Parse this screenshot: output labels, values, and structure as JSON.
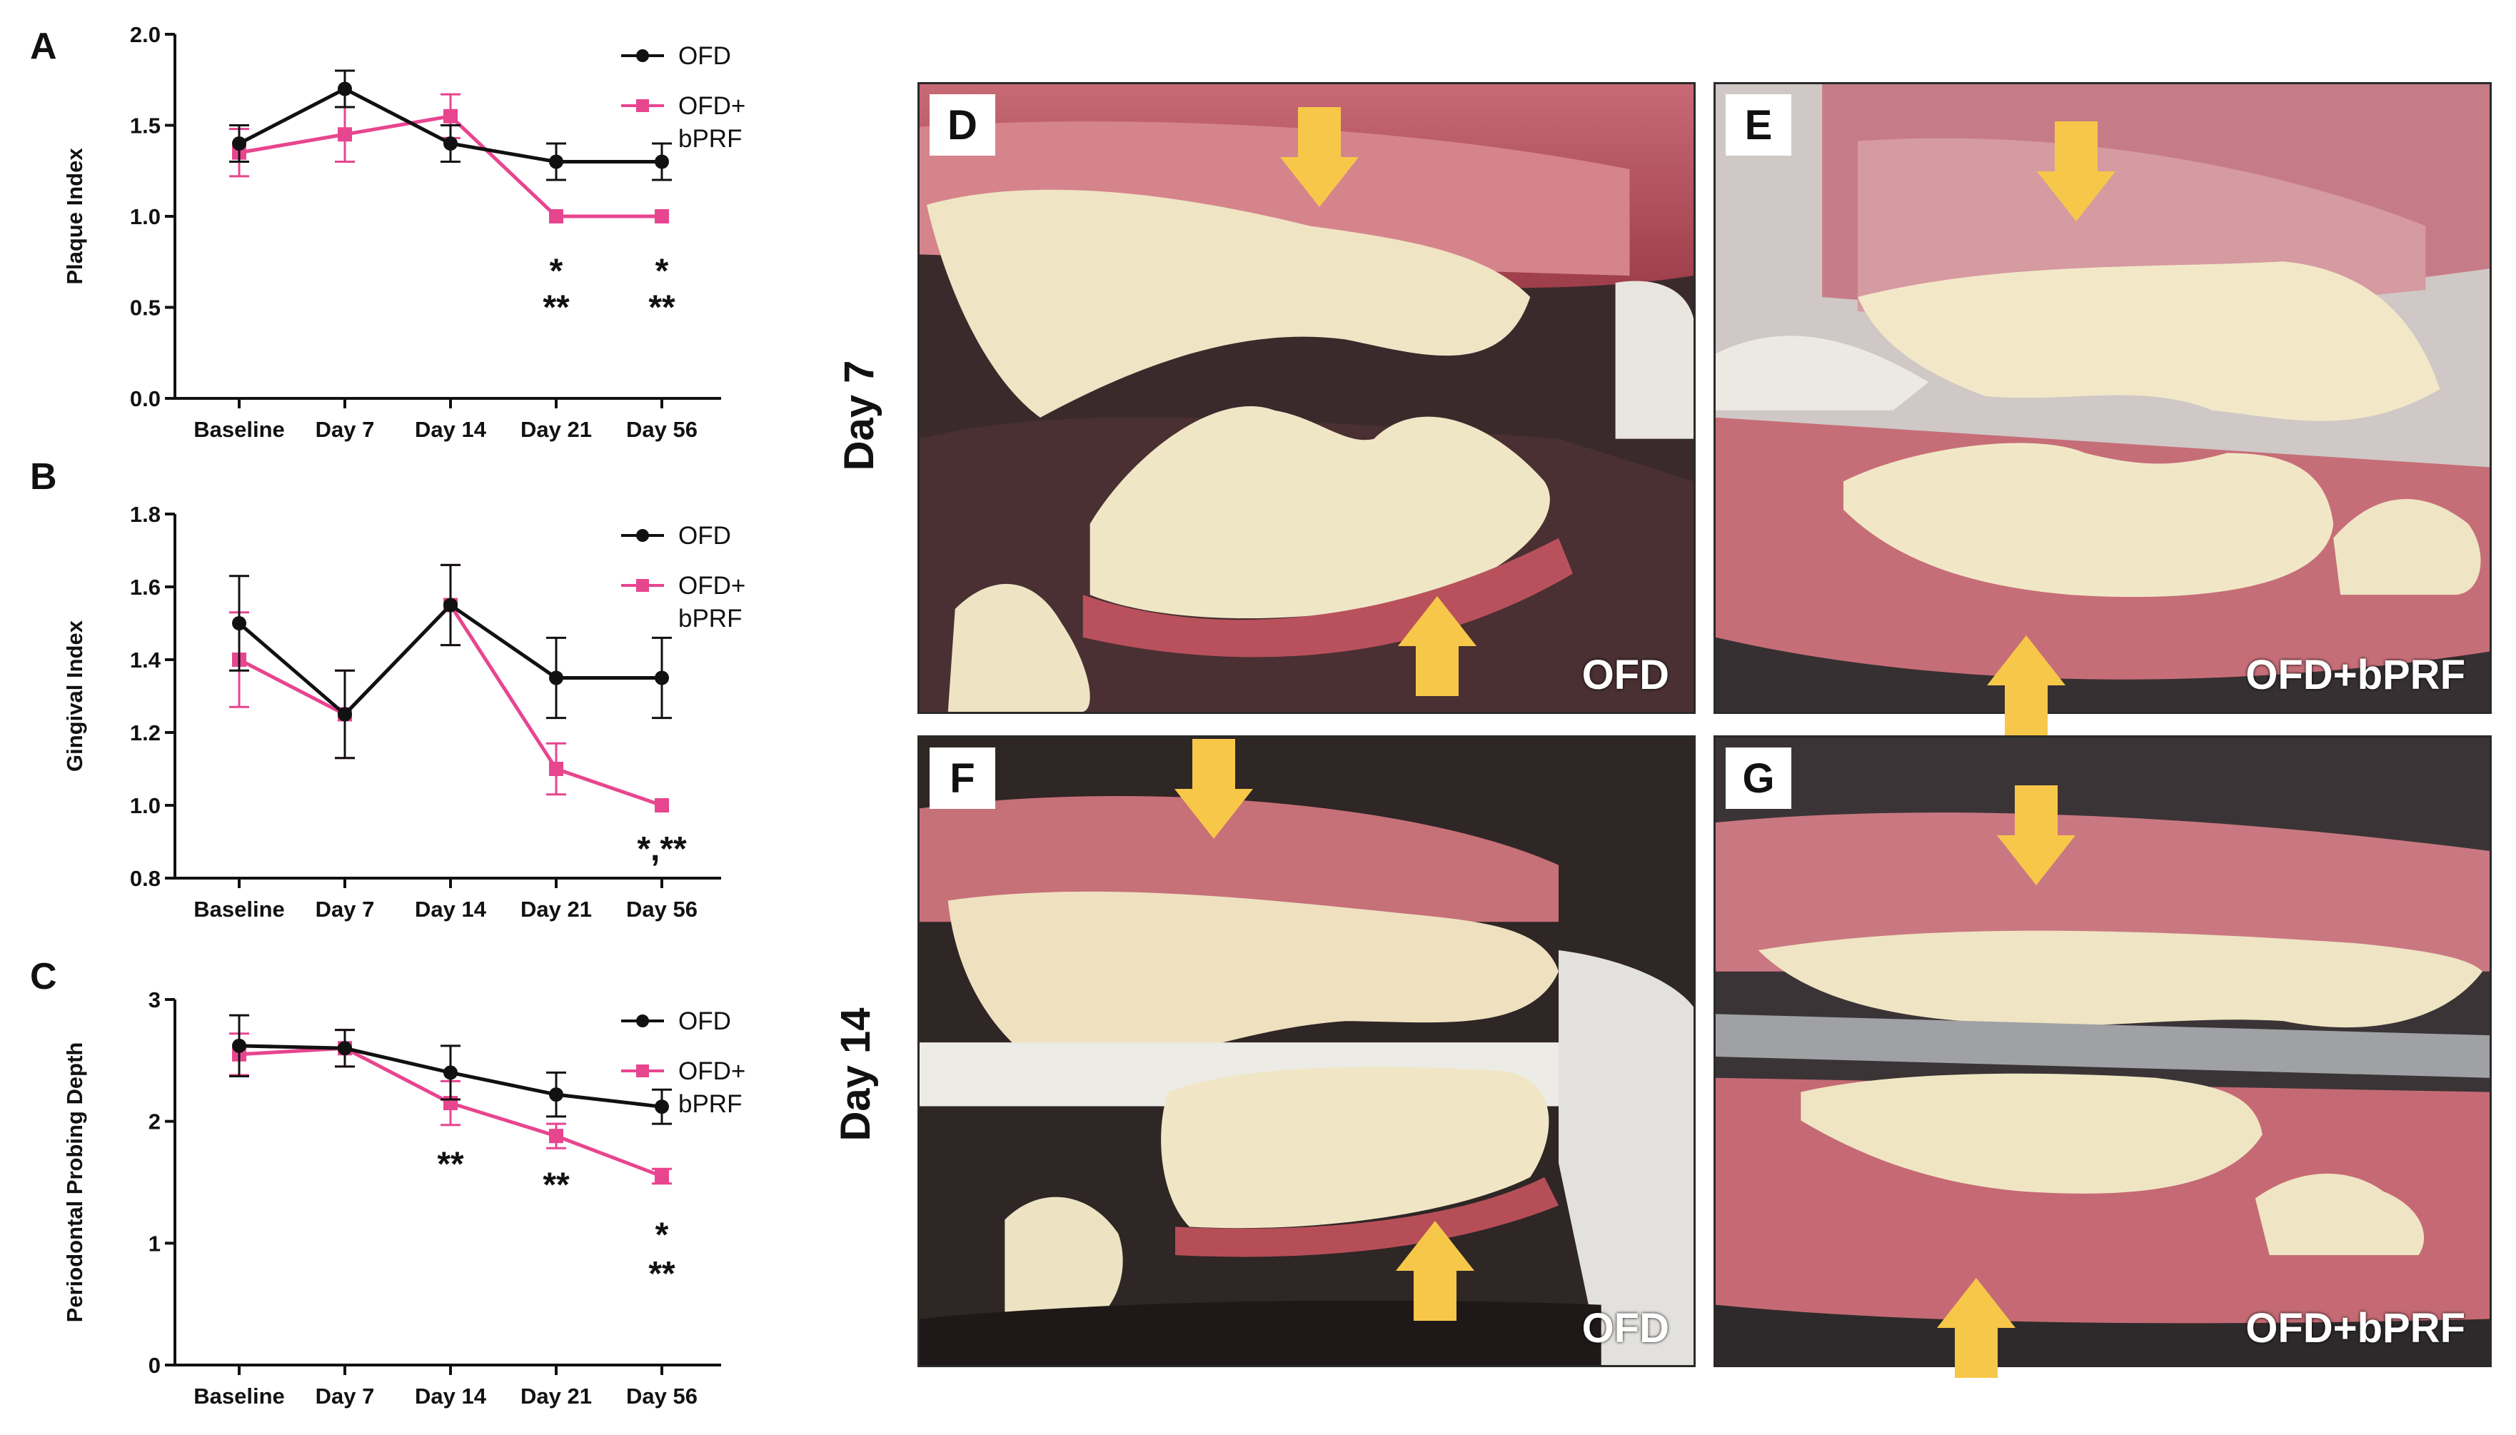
{
  "figure": {
    "row_labels": [
      "Day 7",
      "Day 14"
    ],
    "photos": [
      {
        "letter": "D",
        "caption": "OFD"
      },
      {
        "letter": "E",
        "caption": "OFD+bPRF"
      },
      {
        "letter": "F",
        "caption": "OFD"
      },
      {
        "letter": "G",
        "caption": "OFD+bPRF"
      }
    ],
    "colors": {
      "ofd": "#111111",
      "bprf": "#e8458f",
      "arrow": "#f7c74a"
    }
  },
  "chart_data": [
    {
      "panel": "A",
      "type": "line",
      "ylabel": "Plaque Index",
      "categories": [
        "Baseline",
        "Day 7",
        "Day 14",
        "Day 21",
        "Day 56"
      ],
      "ylim": [
        0.0,
        2.0
      ],
      "yticks": [
        "0.0",
        "0.5",
        "1.0",
        "1.5",
        "2.0"
      ],
      "legend": [
        "OFD",
        "OFD+",
        "bPRF"
      ],
      "series": [
        {
          "name": "OFD",
          "values": [
            1.4,
            1.7,
            1.4,
            1.3,
            1.3
          ],
          "err": [
            0.1,
            0.1,
            0.1,
            0.1,
            0.1
          ]
        },
        {
          "name": "OFD+bPRF",
          "values": [
            1.35,
            1.45,
            1.55,
            1.0,
            1.0
          ],
          "err": [
            0.13,
            0.15,
            0.12,
            0.0,
            0.0
          ]
        }
      ],
      "annotations": [
        {
          "cat": 3,
          "text": "*",
          "value": 0.7
        },
        {
          "cat": 3,
          "text": "**",
          "value": 0.5
        },
        {
          "cat": 4,
          "text": "*",
          "value": 0.7
        },
        {
          "cat": 4,
          "text": "**",
          "value": 0.5
        }
      ]
    },
    {
      "panel": "B",
      "type": "line",
      "ylabel": "Gingival Index",
      "categories": [
        "Baseline",
        "Day 7",
        "Day 14",
        "Day 21",
        "Day 56"
      ],
      "ylim": [
        0.8,
        1.8
      ],
      "yticks": [
        "0.8",
        "1.0",
        "1.2",
        "1.4",
        "1.6",
        "1.8"
      ],
      "legend": [
        "OFD",
        "OFD+",
        "bPRF"
      ],
      "series": [
        {
          "name": "OFD",
          "values": [
            1.5,
            1.25,
            1.55,
            1.35,
            1.35
          ],
          "err": [
            0.13,
            0.12,
            0.11,
            0.11,
            0.11
          ]
        },
        {
          "name": "OFD+bPRF",
          "values": [
            1.4,
            1.25,
            1.55,
            1.1,
            1.0
          ],
          "err": [
            0.13,
            0.12,
            0.11,
            0.07,
            0.0
          ]
        }
      ],
      "annotations": [
        {
          "cat": 4,
          "text": "*,**",
          "value": 0.88
        }
      ]
    },
    {
      "panel": "C",
      "type": "line",
      "ylabel": "Periodontal Probing Depth",
      "categories": [
        "Baseline",
        "Day 7",
        "Day 14",
        "Day 21",
        "Day 56"
      ],
      "ylim": [
        0,
        3
      ],
      "yticks": [
        "0",
        "1",
        "2",
        "3"
      ],
      "legend": [
        "OFD",
        "OFD+",
        "bPRF"
      ],
      "series": [
        {
          "name": "OFD",
          "values": [
            2.62,
            2.6,
            2.4,
            2.22,
            2.12
          ],
          "err": [
            0.25,
            0.15,
            0.22,
            0.18,
            0.14
          ]
        },
        {
          "name": "OFD+bPRF",
          "values": [
            2.55,
            2.6,
            2.15,
            1.88,
            1.55
          ],
          "err": [
            0.17,
            0.15,
            0.18,
            0.1,
            0.06
          ]
        }
      ],
      "annotations": [
        {
          "cat": 2,
          "text": "**",
          "value": 1.65
        },
        {
          "cat": 3,
          "text": "**",
          "value": 1.48
        },
        {
          "cat": 4,
          "text": "*",
          "value": 1.07
        },
        {
          "cat": 4,
          "text": "**",
          "value": 0.75
        }
      ]
    }
  ]
}
